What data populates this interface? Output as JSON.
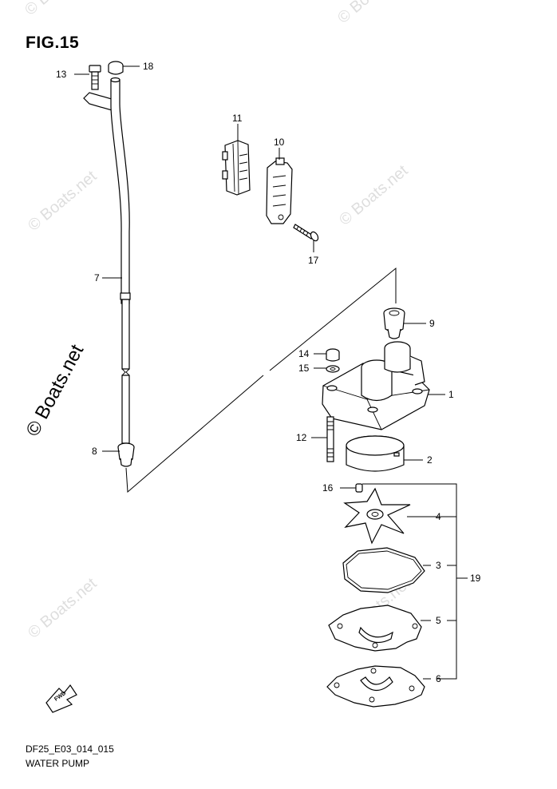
{
  "figure": {
    "title": "FIG.15",
    "code": "DF25_E03_014_015",
    "name": "WATER PUMP"
  },
  "watermark": {
    "text": "© Boats.net"
  },
  "fwd_label": "FWD",
  "callouts": {
    "c1": "1",
    "c2": "2",
    "c3": "3",
    "c4": "4",
    "c5": "5",
    "c6": "6",
    "c7": "7",
    "c8": "8",
    "c9": "9",
    "c10": "10",
    "c11": "11",
    "c12": "12",
    "c13": "13",
    "c14": "14",
    "c15": "15",
    "c16": "16",
    "c17": "17",
    "c18": "18",
    "c19": "19"
  }
}
